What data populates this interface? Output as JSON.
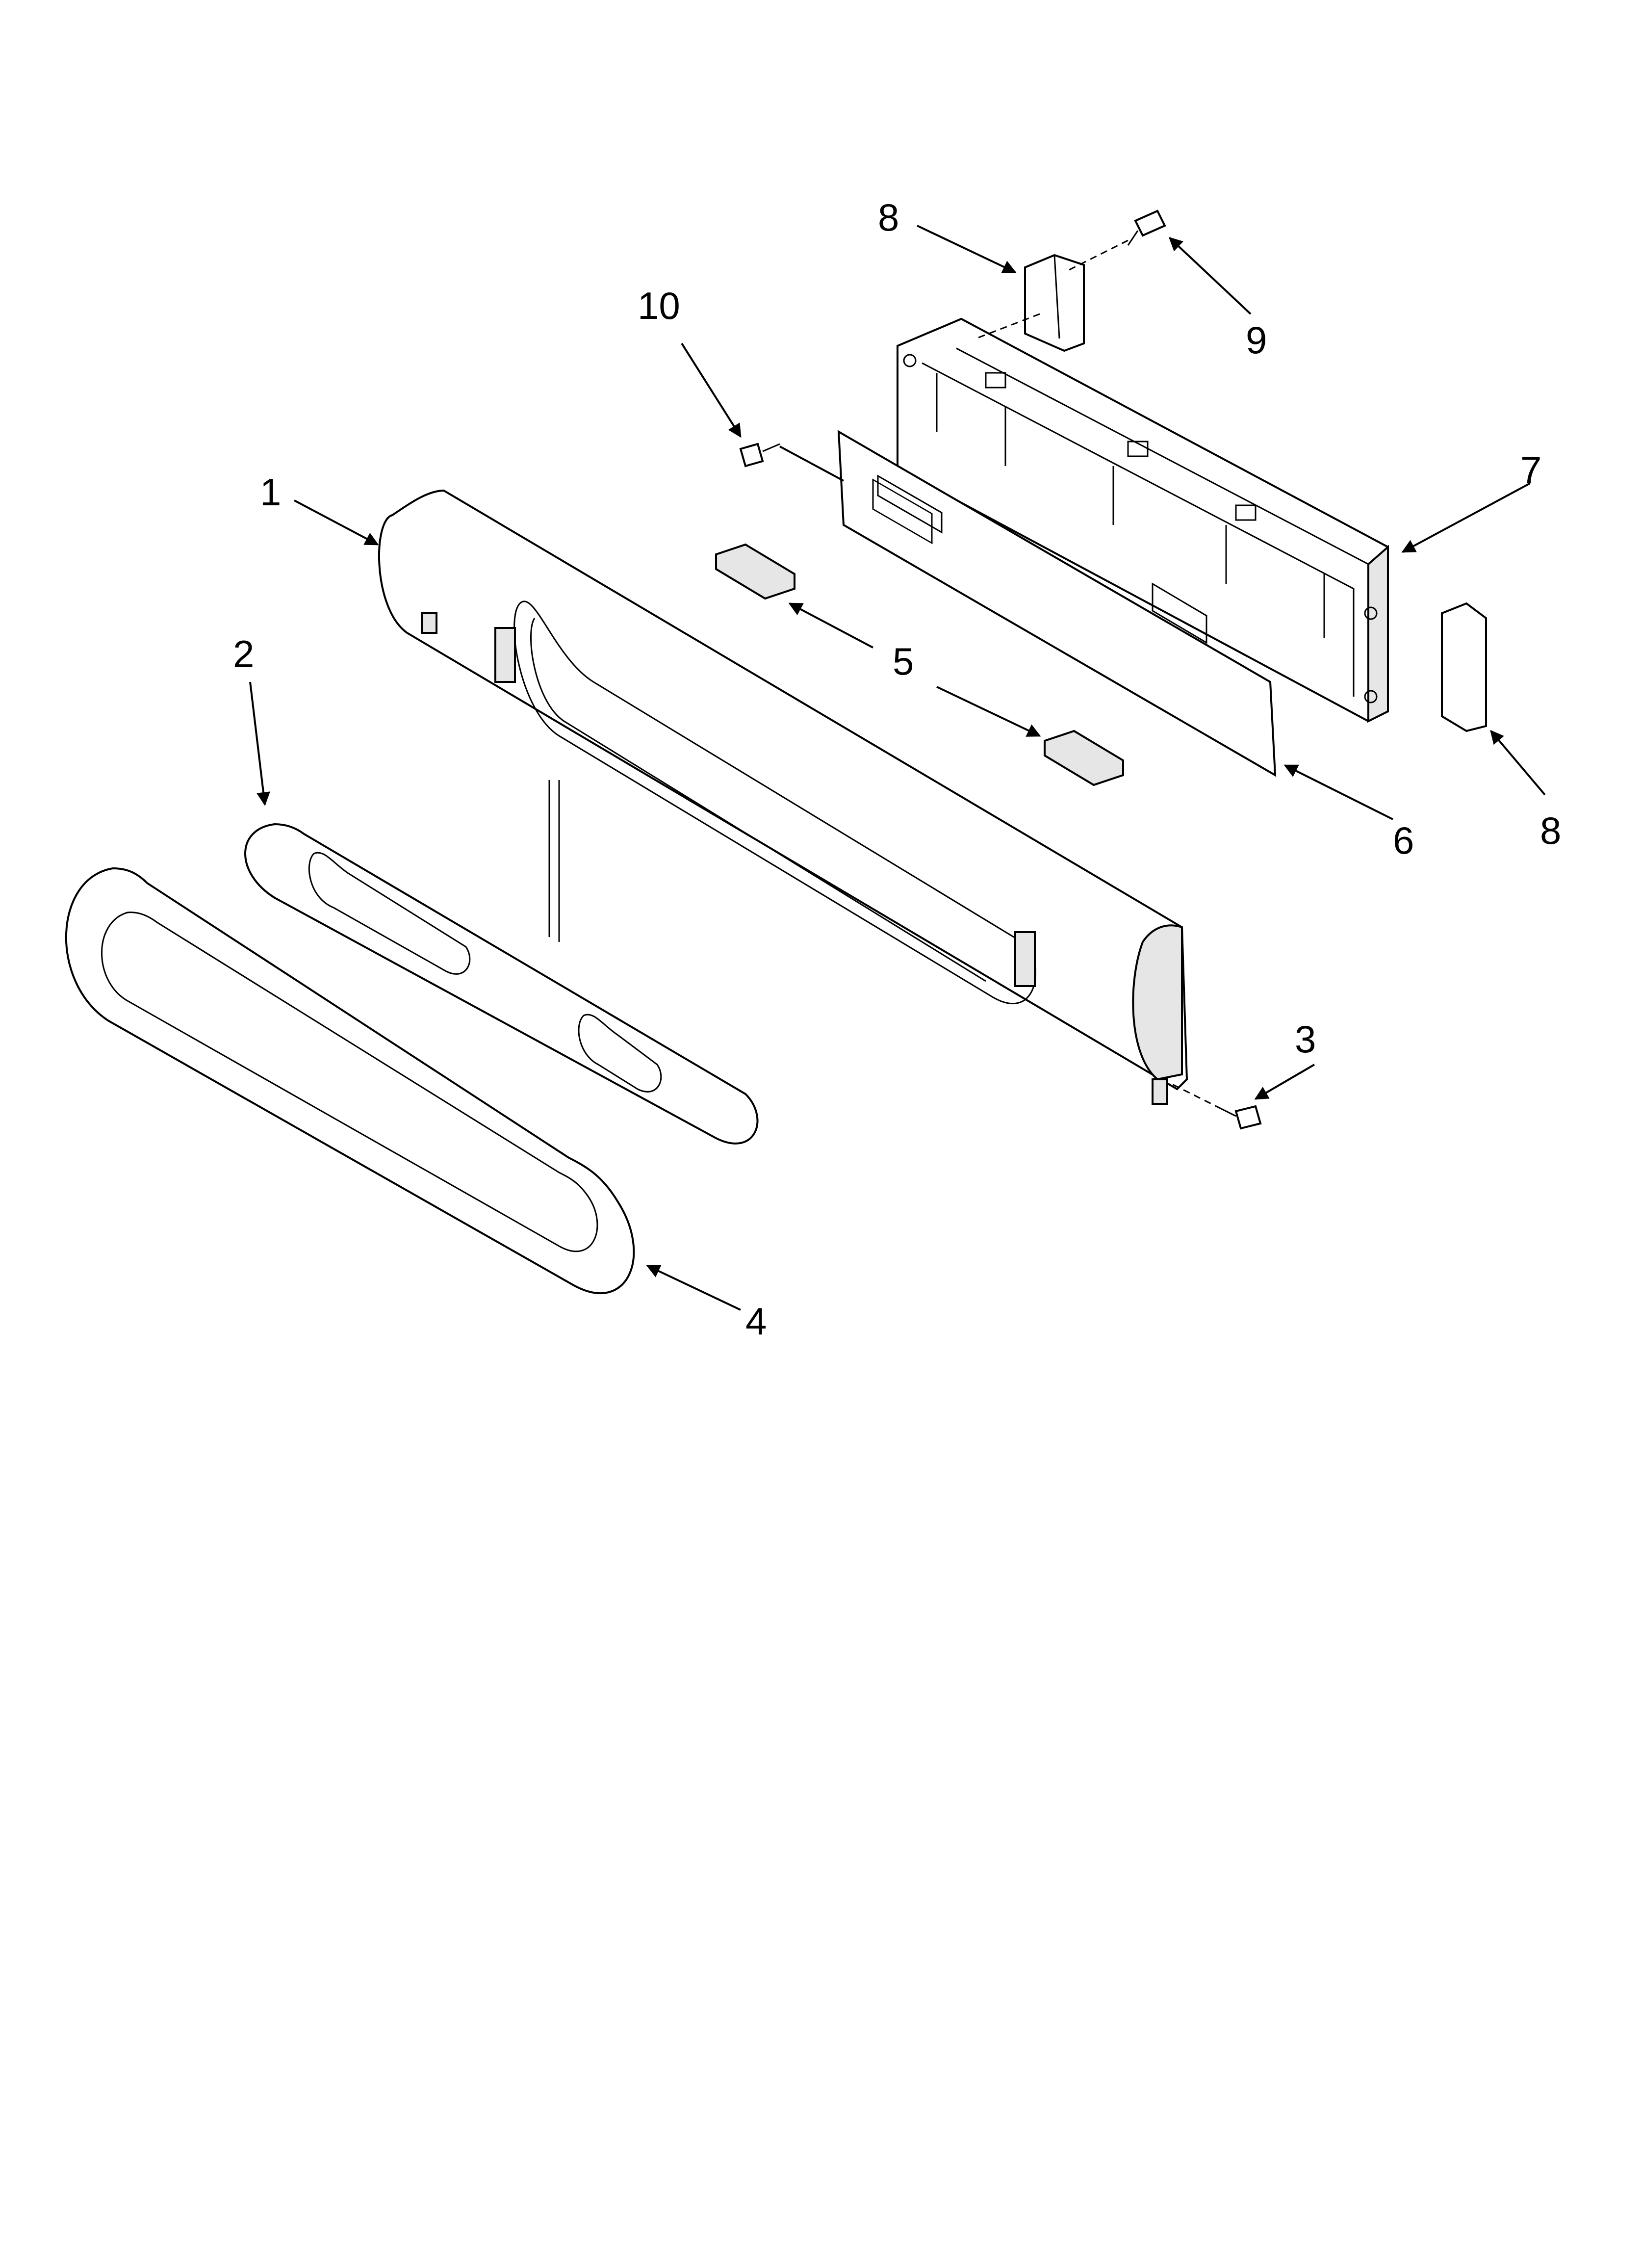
{
  "callouts": [
    {
      "id": "1",
      "label": "1"
    },
    {
      "id": "2",
      "label": "2"
    },
    {
      "id": "3",
      "label": "3"
    },
    {
      "id": "4",
      "label": "4"
    },
    {
      "id": "5",
      "label": "5"
    },
    {
      "id": "6",
      "label": "6"
    },
    {
      "id": "7",
      "label": "7"
    },
    {
      "id": "8a",
      "label": "8"
    },
    {
      "id": "8b",
      "label": "8"
    },
    {
      "id": "9",
      "label": "9"
    },
    {
      "id": "10",
      "label": "10"
    }
  ]
}
